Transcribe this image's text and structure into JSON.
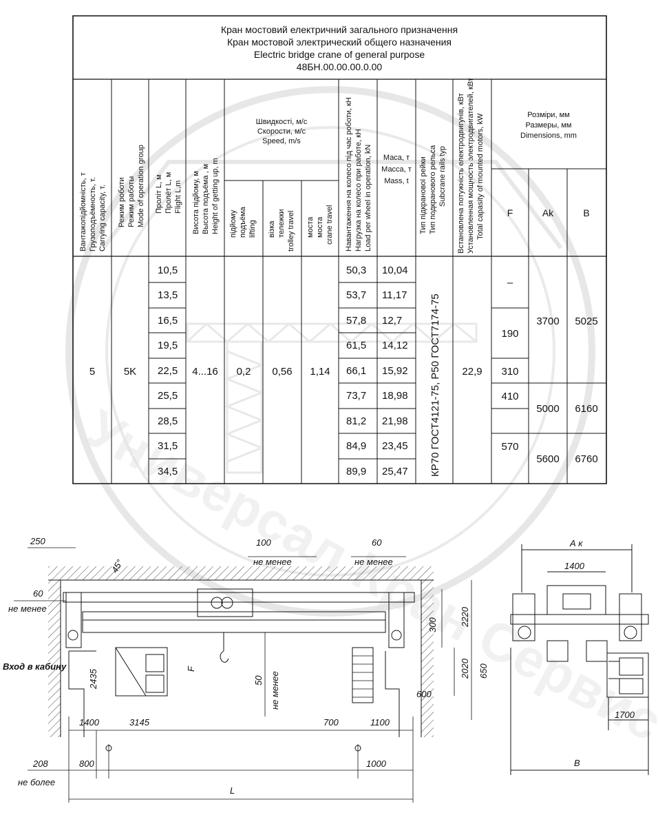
{
  "title": {
    "line1": "Кран мостовий електричний загального призначення",
    "line2": "Кран мостовой электрический общего назначения",
    "line3": "Electric bridge crane of general purpose",
    "line4": "48БН.00.00.00.0.00"
  },
  "headers": {
    "capacity": [
      "Вантажопідйомність, т",
      "Грузоподъёмность, т.",
      "Carrying capacity, т."
    ],
    "mode": [
      "Режим роботи",
      "Режим работы",
      "Mode of operation group"
    ],
    "span": [
      "Пролiт L, м",
      "Пролёт L, м",
      "Flight L,m"
    ],
    "height": [
      "Висота підйому, м",
      "Высота подъёма , м",
      "Height of getting up, m"
    ],
    "speed": [
      "Швидкості, м/с",
      "Скорости, м/с",
      "Speed, m/s"
    ],
    "speed_lift": [
      "підйому",
      "подъёма",
      "lifting"
    ],
    "speed_trolley": [
      "візка",
      "тележки",
      "trolley travel"
    ],
    "speed_crane": [
      "моста",
      "моста",
      "crane travel"
    ],
    "load": [
      "Навантаження на колесо під час роботи, кН",
      "Нагрузка на колесо при работе, кН",
      "Load per wheel in operation, kN"
    ],
    "mass": [
      "Маса, т",
      "Масса, т",
      "Mass, t"
    ],
    "rail": [
      "Тип підкранової рейки",
      "Тип подкранового рельса",
      "Subcrane rails typ"
    ],
    "power": [
      "Встановлена потужність електродвигунів, кВт",
      "Установленная мощность электродвигателей, кВт",
      "Total capasity of mounted motors, kW"
    ],
    "dims": [
      "Розміри, мм",
      "Размеры, мм",
      "Dimensions, mm"
    ],
    "dim_f": "F",
    "dim_ak": "Ak",
    "dim_b": "B"
  },
  "table": {
    "capacity": "5",
    "mode": "5K",
    "height": "4...16",
    "speed_lift": "0,2",
    "speed_trolley": "0,56",
    "speed_crane": "1,14",
    "rail": "КР70 ГОСТ4121-75, Р50 ГОСТ7174-75",
    "power": "22,9",
    "spans": [
      "10,5",
      "13,5",
      "16,5",
      "19,5",
      "22,5",
      "25,5",
      "28,5",
      "31,5",
      "34,5"
    ],
    "loads": [
      "50,3",
      "53,7",
      "57,8",
      "61,5",
      "66,1",
      "73,7",
      "81,2",
      "84,9",
      "89,9"
    ],
    "masses": [
      "10,04",
      "11,17",
      "12,7",
      "14,12",
      "15,92",
      "18,98",
      "21,98",
      "23,45",
      "25,47"
    ],
    "f_values": [
      "–",
      "190",
      "310",
      "410",
      "570"
    ],
    "ak_values": [
      "3700",
      "5000",
      "5600"
    ],
    "b_values": [
      "5025",
      "6160",
      "6760"
    ]
  },
  "drawing": {
    "labels": {
      "d250": "250",
      "d100": "100",
      "d60top": "60",
      "ne_menee": "не менее",
      "d60left": "60",
      "angle": "45°",
      "entry": "Вход в кабину",
      "d2435": "2435",
      "f": "F",
      "d50": "50",
      "d300": "300",
      "d2220": "2220",
      "d2020": "2020",
      "d650": "650",
      "d600": "600",
      "d1400": "1400",
      "d3145": "3145",
      "d700": "700",
      "d1100": "1100",
      "d208": "208",
      "ne_bolee": "не более",
      "d800": "800",
      "d1000": "1000",
      "l": "L",
      "ak": "А к",
      "d1400side": "1400",
      "d1700": "1700",
      "b": "B"
    }
  },
  "watermark": "Универсал Кран Сервис"
}
